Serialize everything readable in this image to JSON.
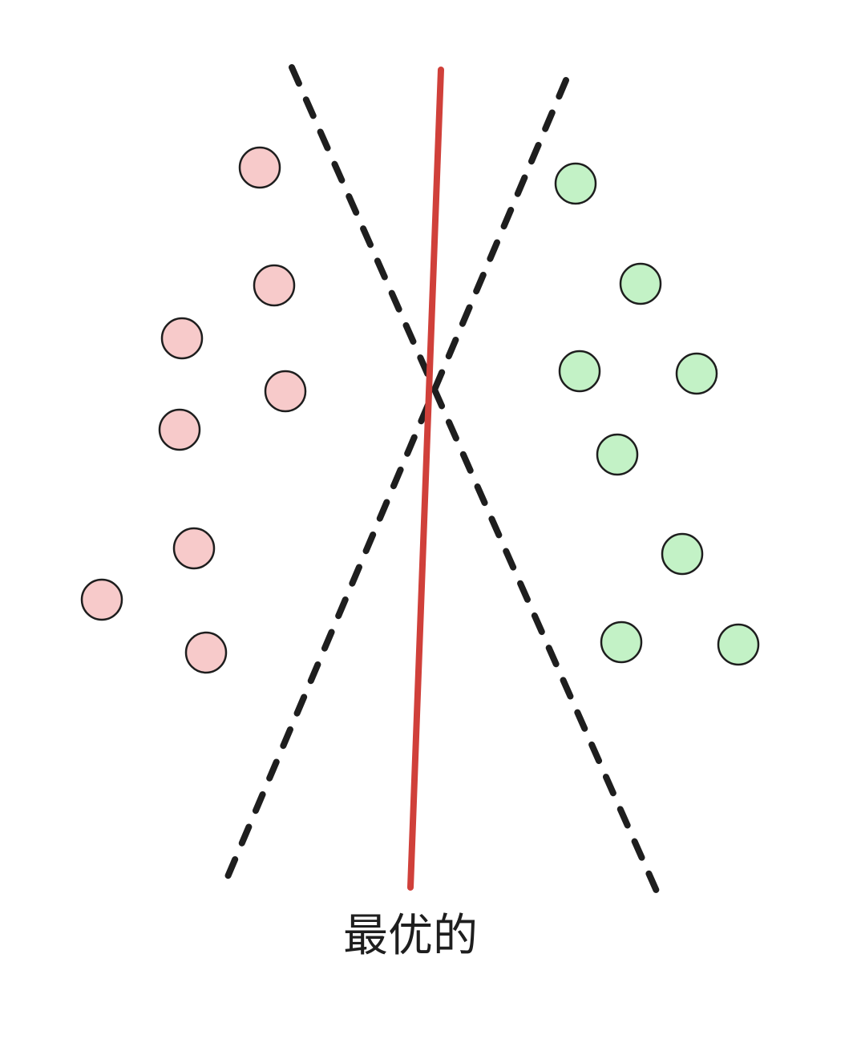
{
  "label": "最优的",
  "colors": {
    "optimal_line": "#d0403a",
    "dashed_line": "#1e1e1e",
    "class_a_fill": "#f7caca",
    "class_b_fill": "#c3f2c6",
    "point_stroke": "#1e1e1e"
  },
  "classes": {
    "class_a_count": 8,
    "class_b_count": 8
  }
}
